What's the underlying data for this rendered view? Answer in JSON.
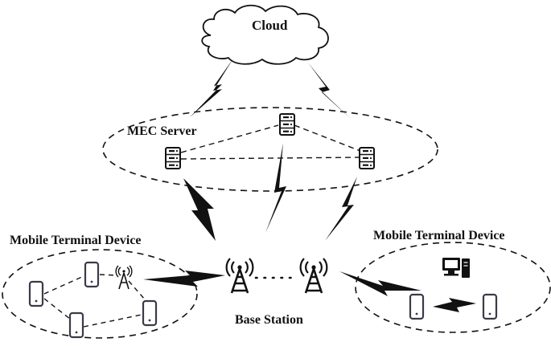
{
  "labels": {
    "cloud": "Cloud",
    "mec_server": "MEC Server",
    "mobile_terminal_left": "Mobile Terminal Device",
    "mobile_terminal_right": "Mobile Terminal Device",
    "base_station": "Base Station"
  },
  "icons": {
    "cloud": "cloud-icon",
    "server": "server-icon",
    "tower": "cell-tower-icon",
    "phone": "phone-icon",
    "desktop": "desktop-computer-icon",
    "link": "lightning-link-icon"
  },
  "colors": {
    "stroke": "#111111",
    "background": "#ffffff"
  }
}
